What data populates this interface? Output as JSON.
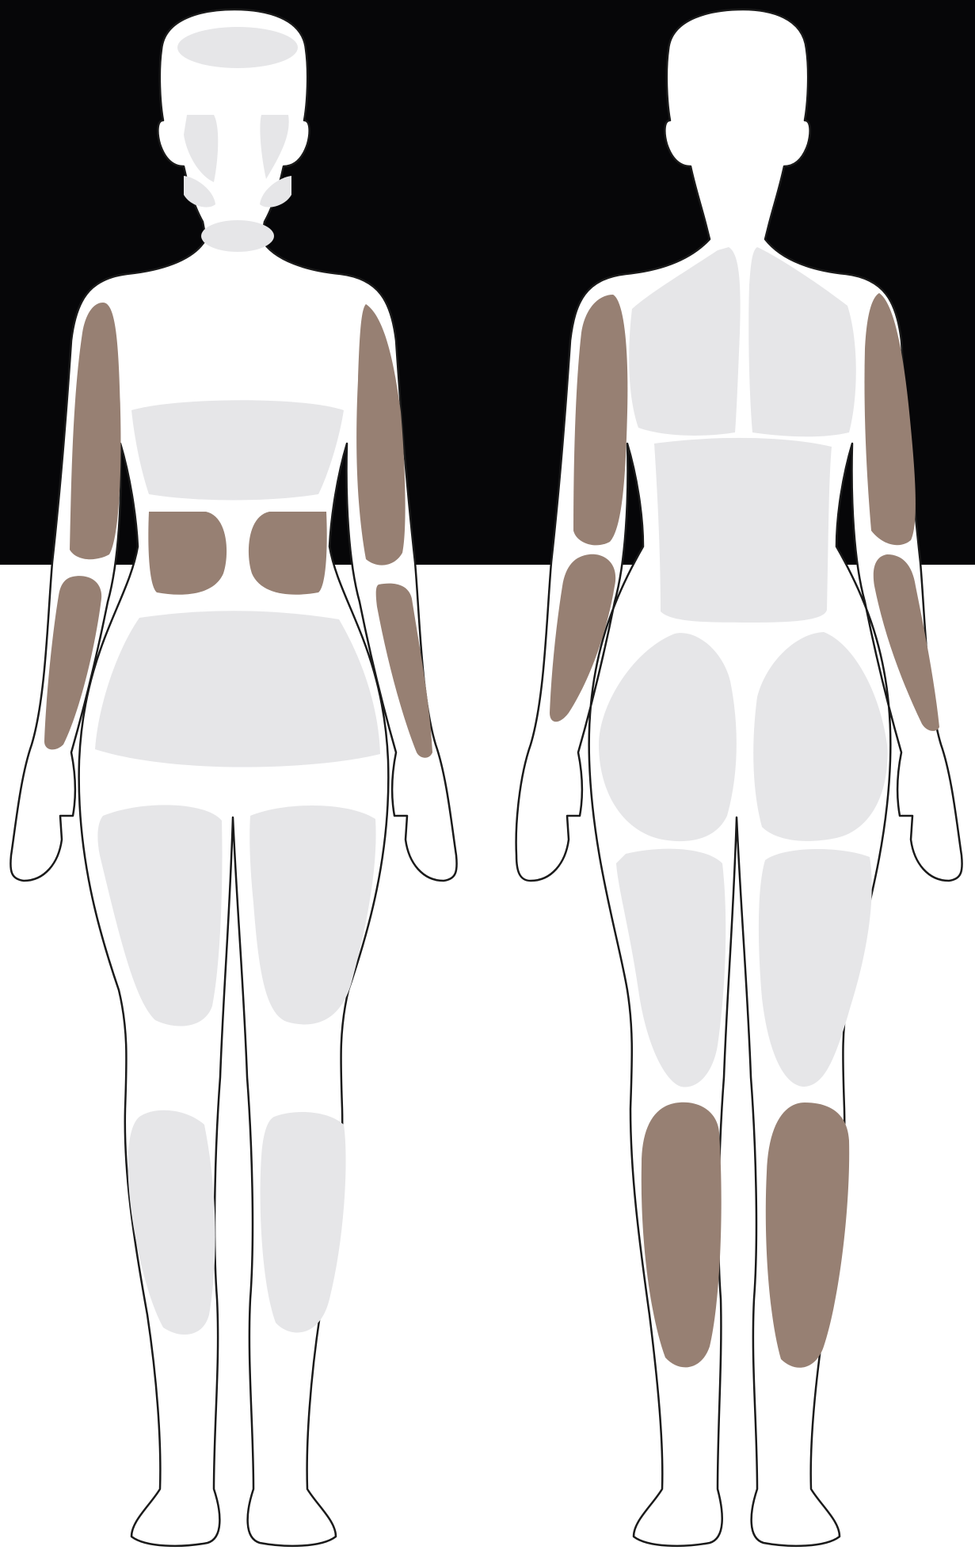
{
  "colors": {
    "background_top": "#060608",
    "background_bottom": "#ffffff",
    "body_fill": "#ffffff",
    "body_outline": "#1a1a1a",
    "zone_inactive": "#e6e6e8",
    "zone_active": "#978073"
  },
  "figures": [
    {
      "view": "front",
      "zones": [
        {
          "name": "forehead",
          "active": false
        },
        {
          "name": "cheek-left",
          "active": false
        },
        {
          "name": "cheek-right",
          "active": false
        },
        {
          "name": "jaw-left",
          "active": false
        },
        {
          "name": "jaw-right",
          "active": false
        },
        {
          "name": "neck",
          "active": false
        },
        {
          "name": "upper-arm-left",
          "active": true
        },
        {
          "name": "upper-arm-right",
          "active": true
        },
        {
          "name": "forearm-left",
          "active": true
        },
        {
          "name": "forearm-right",
          "active": true
        },
        {
          "name": "chest",
          "active": false
        },
        {
          "name": "flank-left",
          "active": true
        },
        {
          "name": "flank-right",
          "active": true
        },
        {
          "name": "abdomen",
          "active": false
        },
        {
          "name": "thigh-left",
          "active": false
        },
        {
          "name": "thigh-right",
          "active": false
        },
        {
          "name": "shin-left",
          "active": false
        },
        {
          "name": "shin-right",
          "active": false
        }
      ]
    },
    {
      "view": "back",
      "zones": [
        {
          "name": "upper-back-left",
          "active": false
        },
        {
          "name": "upper-back-right",
          "active": false
        },
        {
          "name": "upper-arm-left",
          "active": true
        },
        {
          "name": "upper-arm-right",
          "active": true
        },
        {
          "name": "forearm-left",
          "active": true
        },
        {
          "name": "forearm-right",
          "active": true
        },
        {
          "name": "lower-back",
          "active": false
        },
        {
          "name": "buttock-left",
          "active": false
        },
        {
          "name": "buttock-right",
          "active": false
        },
        {
          "name": "hamstring-left",
          "active": false
        },
        {
          "name": "hamstring-right",
          "active": false
        },
        {
          "name": "calf-left",
          "active": true
        },
        {
          "name": "calf-right",
          "active": true
        }
      ]
    }
  ]
}
